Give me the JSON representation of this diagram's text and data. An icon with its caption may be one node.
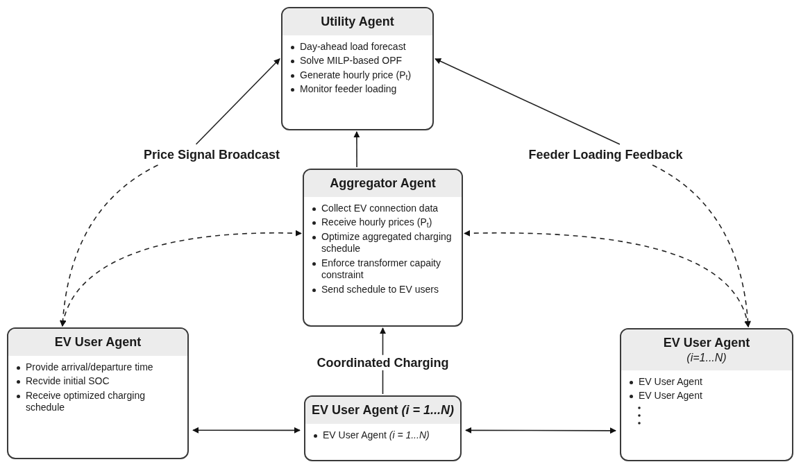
{
  "diagram": {
    "nodes": [
      {
        "text": [
          "Utility Agent",
          "Day-ahead load forecast",
          "Solve MILP-based OPF",
          "Generate hourly price (P$_{t}$)",
          "Monitor feeder loading"
        ]
      },
      {
        "text": [
          "Aggregator Agent",
          "Collect EV connection data",
          "Receive hourly prices (P$_{t}$)",
          "Optimize aggregated charging schedule",
          "Enforce transformer capaity constraint",
          "Send schedule to EV users"
        ]
      },
      {
        "text": [
          "EV User Agent",
          "Provide arrival/departure time",
          "Recvide initial SOC",
          "Receive optimized charging schedule"
        ]
      },
      {
        "text": [
          "EV User Agent *(i = 1...N)*",
          "EV User Agent *(i = 1...N)*"
        ]
      },
      {
        "text": [
          "EV User Agent",
          "(i=1...N)",
          "EV User Agent",
          "EV User Agent"
        ]
      },
      {
        "text": [
          "Price Signal Broadcast"
        ]
      },
      {
        "text": [
          "Feeder Loading Feedback"
        ]
      }
    ],
    "edges": [
      {
        "from": 5,
        "to": 0,
        "arrow": "to"
      },
      {
        "from": 5,
        "to": 2,
        "arrow": "to",
        "style": "dashed"
      },
      {
        "from": 1,
        "to": 2,
        "arrow": "both",
        "style": "dashed"
      },
      {
        "from": 6,
        "to": 0,
        "arrow": "to"
      },
      {
        "from": 6,
        "to": 4,
        "arrow": "to",
        "style": "dashed"
      },
      {
        "from": 4,
        "to": 1,
        "arrow": "both",
        "style": "dashed"
      },
      {
        "from": 1,
        "to": 0,
        "arrow": "to"
      },
      {
        "from": 3,
        "to": 1,
        "arrow": "to",
        "label": "Coordinated Charging"
      },
      {
        "from": 2,
        "to": 3,
        "arrow": "both"
      },
      {
        "from": 3,
        "to": 4,
        "arrow": "both"
      }
    ]
  }
}
